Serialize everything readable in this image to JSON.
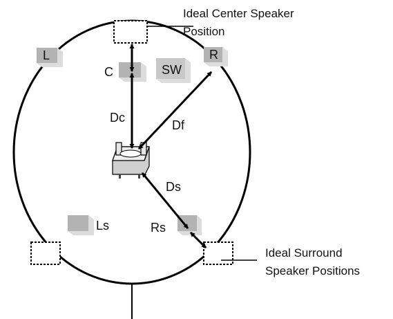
{
  "annotations": {
    "ideal_center_line1": "Ideal Center Speaker",
    "ideal_center_line2": "Position",
    "ideal_surround_line1": "Ideal Surround",
    "ideal_surround_line2": "Speaker Positions"
  },
  "speakers": {
    "left": "L",
    "right": "R",
    "center": "C",
    "subwoofer": "SW",
    "left_surround": "Ls",
    "right_surround": "Rs"
  },
  "distances": {
    "center": "Dc",
    "front": "Df",
    "surround": "Ds"
  },
  "colors": {
    "line": "#000000",
    "speaker_fill": "#b3b3b3",
    "speaker_shadow": "#dcdcdc",
    "listener_body": "#cfcfcf"
  }
}
